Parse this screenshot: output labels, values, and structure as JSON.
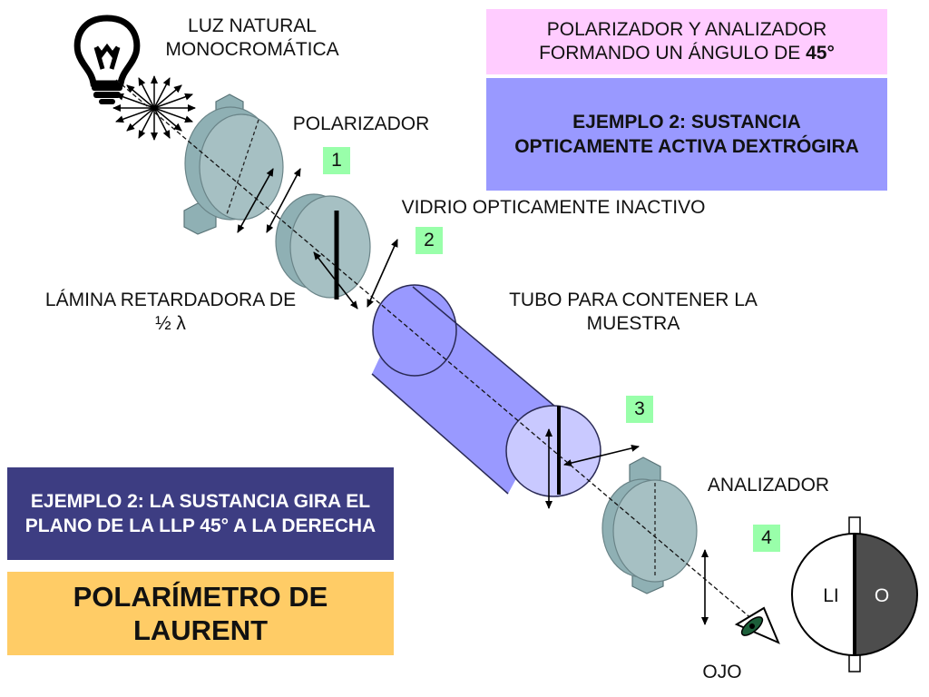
{
  "labels": {
    "light_source": "LUZ NATURAL MONOCROMÁTICA",
    "polarizer": "POLARIZADOR",
    "glass": "VIDRIO OPTICAMENTE INACTIVO",
    "retarder_line1": "LÁMINA RETARDADORA DE",
    "retarder_line2": "½ λ",
    "tube": "TUBO PARA CONTENER LA MUESTRA",
    "analyzer": "ANALIZADOR",
    "eye": "OJO"
  },
  "boxes": {
    "angle_text": "POLARIZADOR Y ANALIZADOR FORMANDO UN ÁNGULO DE",
    "angle_value": "45°",
    "example_heading": "EJEMPLO 2: SUSTANCIA OPTICAMENTE ACTIVA DEXTRÓGIRA",
    "rotation_text": "EJEMPLO 2: LA SUSTANCIA GIRA EL PLANO DE LA LLP 45° A LA DERECHA",
    "title": "POLARÍMETRO DE LAURENT"
  },
  "numbers": [
    "1",
    "2",
    "3",
    "4"
  ],
  "field_view": {
    "left": "LI",
    "right": "O"
  },
  "colors": {
    "pink_box": "#ffccff",
    "purple_box": "#9999ff",
    "navy_box": "#3d3d82",
    "yellow_box": "#ffcc66",
    "number_box": "#99ffaa",
    "tube": "#9999ff",
    "cylinder": "#8fb0b4",
    "dark_half": "#4d4d4d"
  }
}
